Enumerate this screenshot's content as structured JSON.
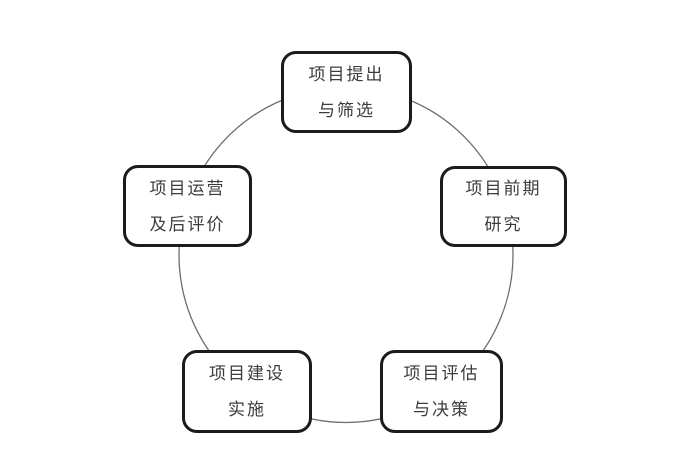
{
  "diagram": {
    "type": "cycle",
    "background_color": "#ffffff",
    "circle_stroke_color": "#6e6e6e",
    "node_border_color": "#1b1b1b",
    "node_fill_color": "#ffffff",
    "text_color": "#3c3c3c",
    "nodes": [
      {
        "id": "project-proposal-screening",
        "position": "top",
        "line1": "项目提出",
        "line2": "与筛选"
      },
      {
        "id": "project-preliminary-research",
        "position": "right",
        "line1": "项目前期",
        "line2": "研究"
      },
      {
        "id": "project-evaluation-decision",
        "position": "bottom-right",
        "line1": "项目评估",
        "line2": "与决策"
      },
      {
        "id": "project-construction-implementation",
        "position": "bottom-left",
        "line1": "项目建设",
        "line2": "实施"
      },
      {
        "id": "project-operation-post-evaluation",
        "position": "left",
        "line1": "项目运营",
        "line2": "及后评价"
      }
    ]
  }
}
